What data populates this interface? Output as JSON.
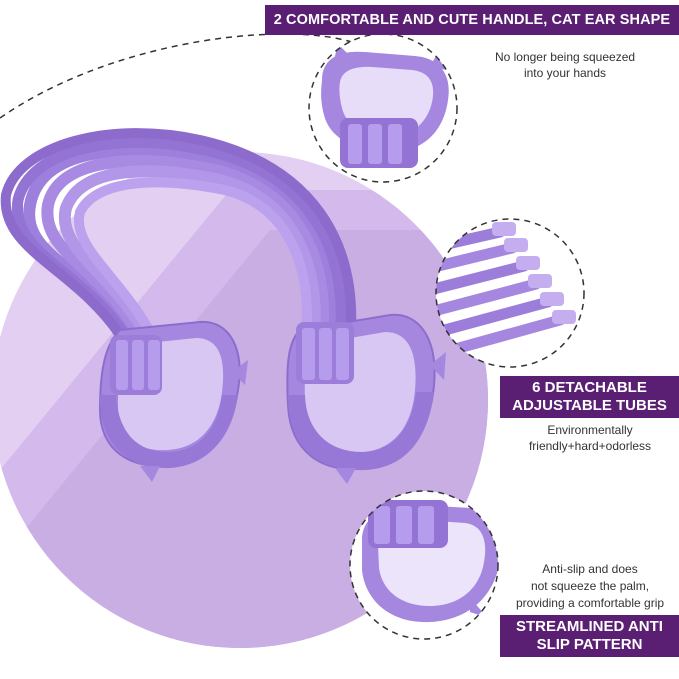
{
  "features": [
    {
      "title": "2 COMFORTABLE AND CUTE HANDLE, CAT EAR SHAPE",
      "caption_lines": [
        "No longer being squeezed",
        "into your hands"
      ],
      "icon": "cat-ear-handle-closeup"
    },
    {
      "title_lines": [
        "6 DETACHABLE",
        "ADJUSTABLE TUBES"
      ],
      "caption_lines": [
        "Environmentally",
        "friendly+hard+odorless"
      ],
      "icon": "detachable-tubes-closeup"
    },
    {
      "title_lines": [
        "STREAMLINED ANTI",
        "SLIP PATTERN"
      ],
      "caption_lines": [
        "Anti-slip and does",
        "not squeeze the palm,",
        "providing a comfortable grip"
      ],
      "icon": "anti-slip-grip-closeup"
    }
  ],
  "colors": {
    "banner": "#5a1f73",
    "product": "#a98be0",
    "background_circle": "#dcc7ef",
    "background_band": "#c5acdf"
  }
}
